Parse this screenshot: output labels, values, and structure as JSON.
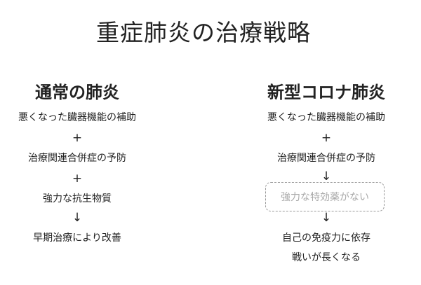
{
  "title": "重症肺炎の治療戦略",
  "left": {
    "heading": "通常の肺炎",
    "items": [
      "悪くなった臓器機能の補助",
      "治療関連合併症の予防",
      "強力な抗生物質",
      "早期治療により改善"
    ],
    "symbols": [
      "+",
      "+",
      "↓"
    ]
  },
  "right": {
    "heading": "新型コロナ肺炎",
    "items": [
      "悪くなった臓器機能の補助",
      "治療関連合併症の予防",
      "自己の免疫力に依存",
      "戦いが長くなる"
    ],
    "symbols": [
      "+",
      "↓",
      "↓"
    ],
    "dashed_box": "強力な特効薬がない"
  }
}
